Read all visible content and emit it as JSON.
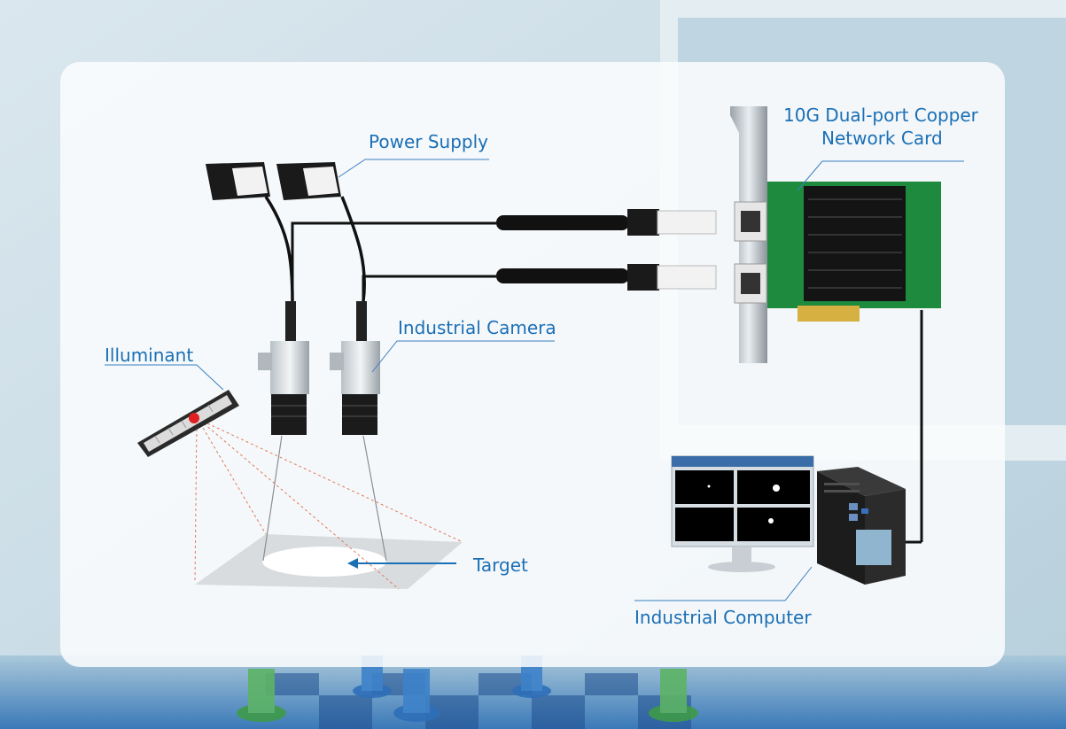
{
  "labels": {
    "power_supply": "Power Supply",
    "network_card_line1": "10G Dual-port Copper",
    "network_card_line2": "Network Card",
    "industrial_camera": "Industrial Camera",
    "illuminant": "Illuminant",
    "target": "Target",
    "industrial_computer": "Industrial Computer"
  },
  "colors": {
    "label_blue": "#1b6fb5",
    "pcb_green": "#1e8a3e",
    "laser_red": "#e02020",
    "light_rays": "#e07a5a",
    "cable_black": "#111111"
  },
  "icons": [
    "power-adapter-icon",
    "industrial-camera-icon",
    "light-bar-icon",
    "rj45-connector-icon",
    "network-card-icon",
    "monitor-icon",
    "industrial-pc-icon"
  ]
}
